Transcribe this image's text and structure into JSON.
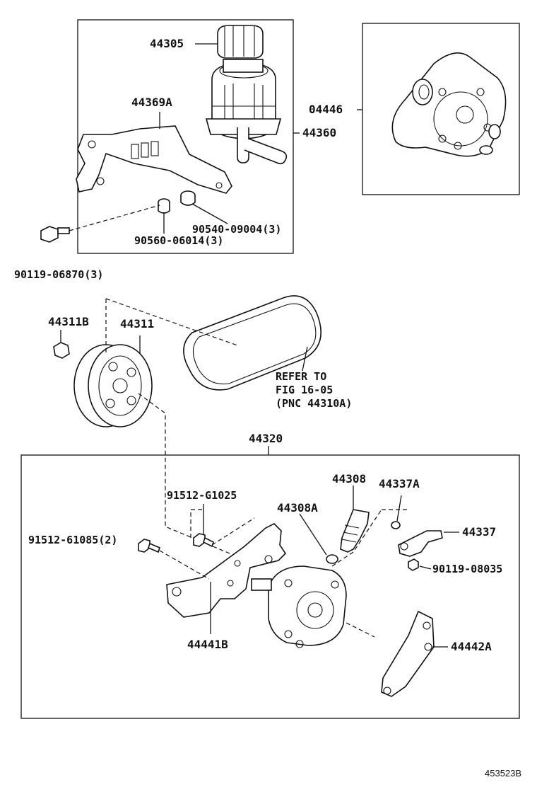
{
  "labels": {
    "p44305": "44305",
    "p44369A": "44369A",
    "p44360": "44360",
    "p04446": "04446",
    "p90540": "90540-09004(3)",
    "p90560": "90560-06014(3)",
    "p90119a": "90119-06870(3)",
    "p44311B": "44311B",
    "p44311": "44311",
    "refer1": "REFER TO",
    "refer2": "FIG 16-05",
    "refer3": "(PNC 44310A)",
    "p44320": "44320",
    "p44308": "44308",
    "p44337A": "44337A",
    "p91512g": "91512-G1025",
    "p44308A": "44308A",
    "p44337": "44337",
    "p91512b": "91512-61085(2)",
    "p90119b": "90119-08035",
    "p44441B": "44441B",
    "p44442A": "44442A"
  },
  "figure_id": "453523B"
}
